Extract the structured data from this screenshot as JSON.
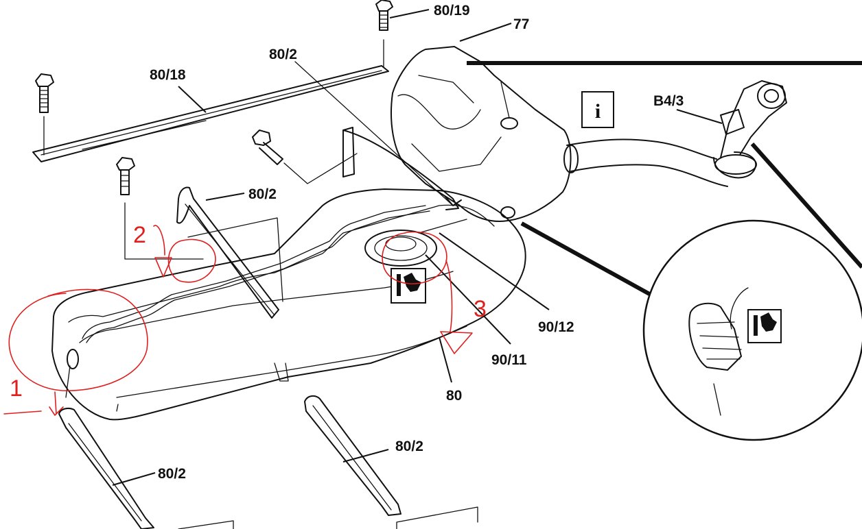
{
  "diagram": {
    "part_labels": {
      "p80_19": "80/19",
      "p77": "77",
      "p80_2_top": "80/2",
      "p80_18": "80/18",
      "pB4_3": "B4/3",
      "p80_2_mid": "80/2",
      "p90_12": "90/12",
      "p90_11": "90/11",
      "p80": "80",
      "p80_2_low_right": "80/2",
      "p80_2_low_left": "80/2"
    },
    "info_symbol": "i",
    "annotations": {
      "mark_1": "1",
      "mark_2": "2",
      "mark_3": "3"
    },
    "colors": {
      "line_art": "#111111",
      "annotation": "#e01e1e",
      "background": "#ffffff"
    }
  }
}
